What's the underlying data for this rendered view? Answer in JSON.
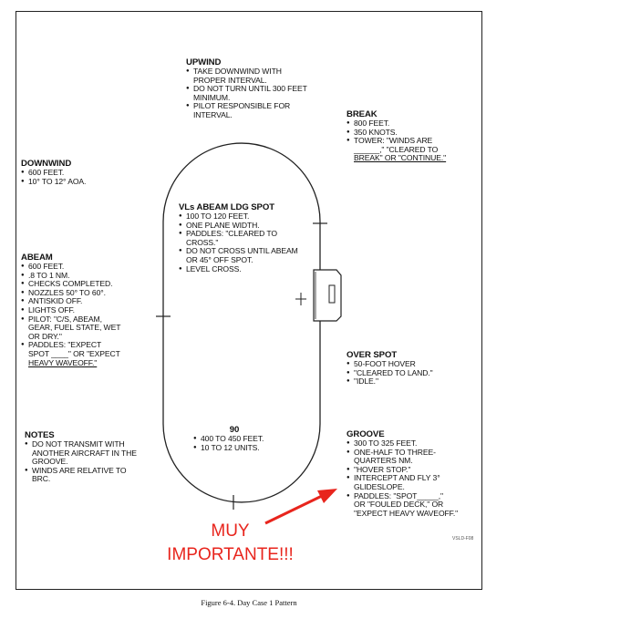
{
  "upwind": {
    "title": "UPWIND",
    "items": [
      "TAKE DOWNWIND WITH PROPER INTERVAL.",
      "DO NOT TURN UNTIL 300 FEET MINIMUM.",
      "PILOT RESPONSIBLE FOR INTERVAL."
    ]
  },
  "break": {
    "title": "BREAK",
    "items": [
      "800 FEET.",
      "350 KNOTS."
    ],
    "tower_line1": "TOWER: \"WINDS ARE",
    "tower_line2_blank": "______",
    "tower_line2_text": ",\" \"CLEARED TO",
    "tower_line3": "BREAK\" OR \"CONTINUE.\""
  },
  "downwind": {
    "title": "DOWNWIND",
    "items": [
      "600 FEET.",
      "10° TO 12° AOA."
    ]
  },
  "abeam_spot": {
    "title": "VLs ABEAM LDG SPOT",
    "items": [
      "100 TO 120 FEET.",
      "ONE PLANE WIDTH.",
      "PADDLES: \"CLEARED TO CROSS.\"",
      "DO NOT CROSS UNTIL ABEAM OR 45° OFF SPOT.",
      "LEVEL CROSS."
    ]
  },
  "abeam": {
    "title": "ABEAM",
    "items": [
      "600 FEET.",
      ".8 TO 1 NM.",
      "CHECKS COMPLETED.",
      "NOZZLES 50° TO 60°.",
      "ANTISKID OFF.",
      "LIGHTS OFF.",
      "PILOT: \"C/S, ABEAM, GEAR, FUEL STATE, WET OR DRY.\""
    ],
    "paddles_line1": "PADDLES: \"EXPECT",
    "paddles_line2": "SPOT ____\" OR \"EXPECT",
    "paddles_line3": "HEAVY WAVEOFF.\""
  },
  "over_spot": {
    "title": "OVER SPOT",
    "items": [
      "50-FOOT HOVER",
      "\"CLEARED TO LAND.\"",
      "\"IDLE.\""
    ]
  },
  "ninety": {
    "title": "90",
    "items": [
      "400 TO 450 FEET.",
      "10 TO 12 UNITS."
    ]
  },
  "notes": {
    "title": "NOTES",
    "items": [
      "DO NOT TRANSMIT WITH ANOTHER AIRCRAFT IN THE GROOVE.",
      "WINDS ARE RELATIVE TO BRC."
    ]
  },
  "groove": {
    "title": "GROOVE",
    "items": [
      "300 TO 325 FEET.",
      "ONE-HALF TO THREE-QUARTERS NM.",
      "\"HOVER STOP.\"",
      "INTERCEPT AND FLY 3° GLIDESLOPE."
    ],
    "paddles_line1": "PADDLES: \"SPOT_____,\"",
    "paddles_line2": "OR \"FOULED DECK,\" OR",
    "paddles_line3": "\"EXPECT HEAVY WAVEOFF.\""
  },
  "figure_code": "VSLD-F08",
  "callout": {
    "line1": "MUY",
    "line2": "IMPORTANTE!!!",
    "color": "#e8251d"
  },
  "caption": "Figure 6-4.  Day Case 1 Pattern"
}
